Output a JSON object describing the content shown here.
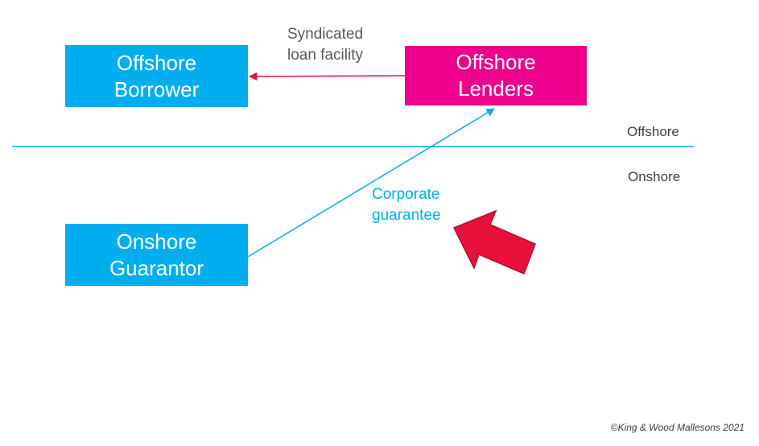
{
  "colors": {
    "cyan": "#00aeef",
    "magenta": "#ec008c",
    "red_arrow": "#e8103a",
    "red_arrow_outline": "#b0102e"
  },
  "nodes": {
    "borrower": {
      "line1": "Offshore",
      "line2": "Borrower"
    },
    "lenders": {
      "line1": "Offshore",
      "line2": "Lenders"
    },
    "guarantor": {
      "line1": "Onshore",
      "line2": "Guarantor"
    }
  },
  "edges": {
    "loan": {
      "line1": "Syndicated",
      "line2": "loan facility"
    },
    "guarantee": {
      "line1": "Corporate",
      "line2": "guarantee"
    }
  },
  "zones": {
    "offshore": "Offshore",
    "onshore": "Onshore"
  },
  "footer": {
    "copyright": "©King & Wood Mallesons 2021"
  }
}
